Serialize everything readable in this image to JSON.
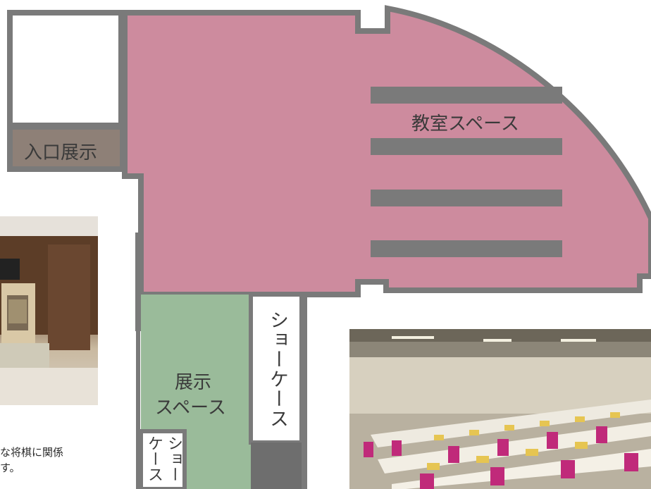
{
  "rooms": {
    "entrance_display": "入口展示",
    "classroom_space": "教室スペース",
    "display_space_line1": "展示",
    "display_space_line2": "スペース",
    "showcase_large": "ショーケース",
    "showcase_small_col1": "ケース",
    "showcase_small_col2": "ショー"
  },
  "photos": {
    "entrance_photo": "entrance-display-photo",
    "classroom_photo": "classroom-photo"
  },
  "caption": {
    "line1": "な将棋に関係",
    "line2": "す。"
  },
  "colors": {
    "classroom": "#cd8b9e",
    "display": "#9abb9a",
    "entrance": "#8e8077",
    "wall": "#7a7a7a",
    "desk": "#7a7a7a"
  }
}
